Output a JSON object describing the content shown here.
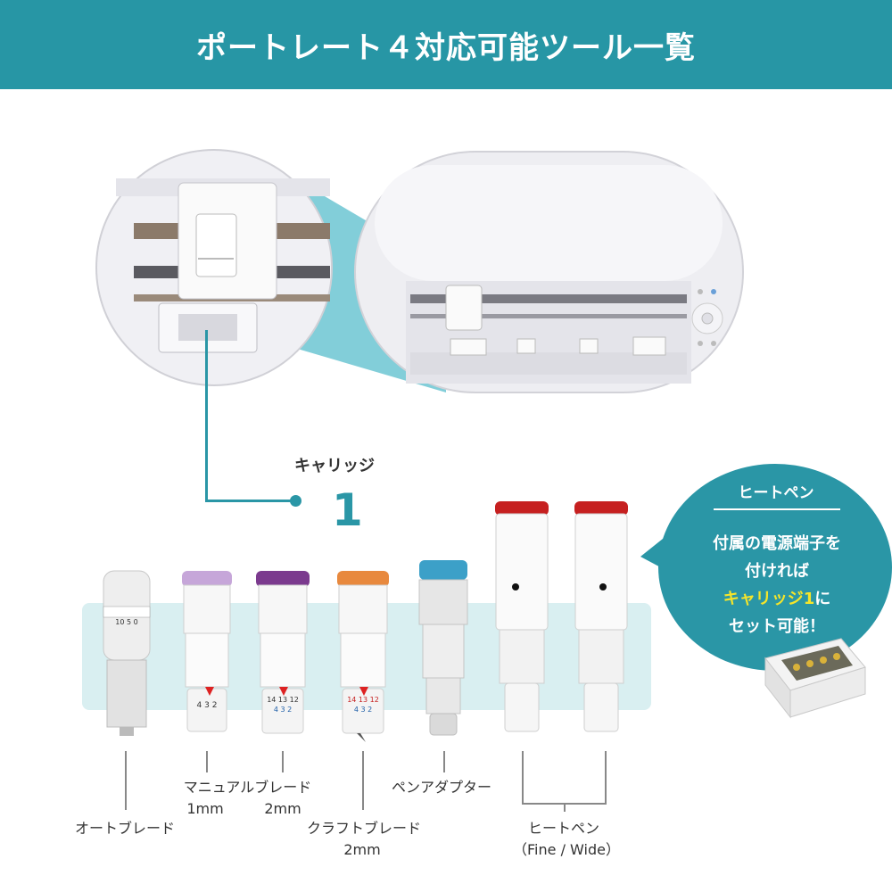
{
  "header": {
    "title": "ポートレート４対応可能ツール一覧"
  },
  "carriage": {
    "label": "キャリッジ",
    "slot_number": "1"
  },
  "bubble": {
    "title": "ヒートペン",
    "line1": "付属の電源端子を",
    "line2": "付ければ",
    "highlight": "キャリッジ1",
    "line3_suffix": "に",
    "line4": "セット可能！"
  },
  "tools": {
    "auto_blade": {
      "label": "オートブレード",
      "scale": "10 5 0"
    },
    "manual_blade": {
      "line1": "マニュアルブレード",
      "line2": "1mm",
      "dial": "4 3 2"
    },
    "manual_blade_2": {
      "line2": "2mm",
      "dial_top": "14 13 12",
      "dial_bottom": "4 3 2"
    },
    "craft_blade": {
      "line1": "クラフトブレード",
      "line2": "2mm",
      "dial_top": "14 13 12",
      "dial_bottom": "4 3 2"
    },
    "pen_adapter": {
      "label": "ペンアダプター"
    },
    "heat_pen": {
      "line1": "ヒートペン",
      "line2": "（Fine / Wide）"
    }
  },
  "colors": {
    "header_bg": "#2796a5",
    "bubble_bg": "#2a96a6",
    "highlight": "#f5e52a",
    "panel_bg": "#d9eff1",
    "manual_cap": "#c6a6d9",
    "manual2_cap": "#7b3a8e",
    "craft_cap": "#e8893e",
    "adapter_cap": "#3ca0c8",
    "heatpen_cap": "#c62020"
  }
}
